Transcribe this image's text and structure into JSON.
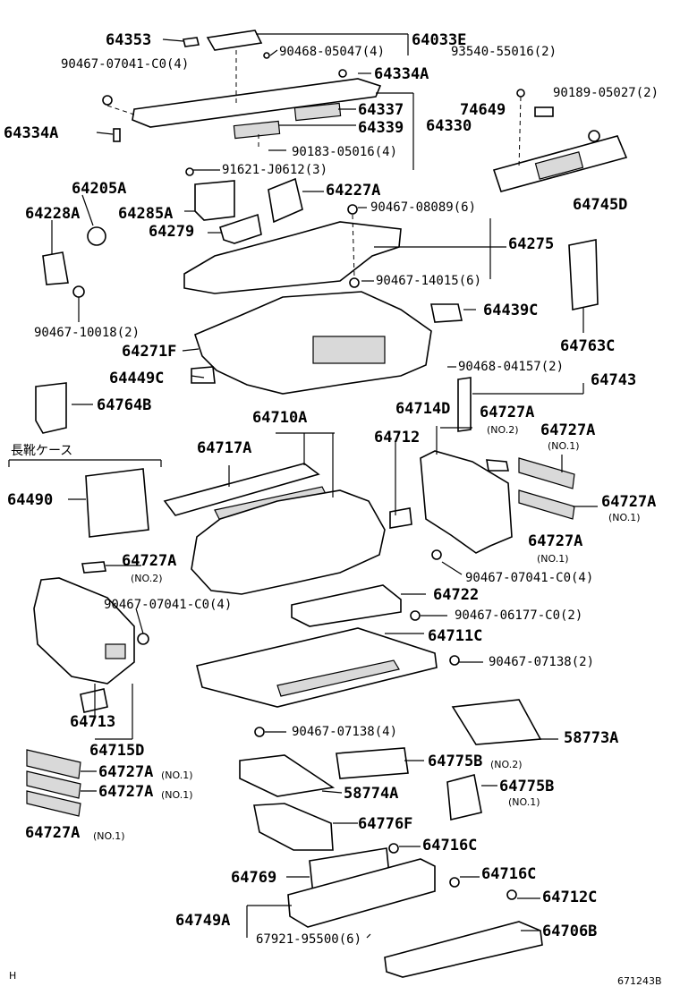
{
  "labels": {
    "p64353": "64353",
    "p64033E": "64033E",
    "p90468_05047": "90468-05047(4)",
    "p93540": "93540-55016(2)",
    "p90467_07041_top": "90467-07041-C0(4)",
    "p64334A_r": "64334A",
    "p64334A_l": "64334A",
    "p64337": "64337",
    "p64339": "64339",
    "p64330": "64330",
    "p74649": "74649",
    "p90189": "90189-05027(2)",
    "p90183": "90183-05016(4)",
    "p91621": "91621-J0612(3)",
    "p64205A": "64205A",
    "p64227A": "64227A",
    "p64228A": "64228A",
    "p64285A": "64285A",
    "p90467_08089": "90467-08089(6)",
    "p64745D": "64745D",
    "p64279": "64279",
    "p64275": "64275",
    "p90467_14015": "90467-14015(6)",
    "p90467_10018": "90467-10018(2)",
    "p64439C": "64439C",
    "p64271F": "64271F",
    "p64763C": "64763C",
    "p90468_04157": "90468-04157(2)",
    "p64449C": "64449C",
    "p64743": "64743",
    "p64764B": "64764B",
    "p64714D": "64714D",
    "p64710A": "64710A",
    "p64727A_no2_r": "64727A",
    "no2_r": "(NO.2)",
    "p64712": "64712",
    "p64727A_no1_r1": "64727A",
    "no1_r1": "(NO.1)",
    "kanji": "長靴ケース",
    "p64717A": "64717A",
    "p64490": "64490",
    "p64727A_no1_r2": "64727A",
    "no1_r2": "(NO.1)",
    "p64727A_no1_r3": "64727A",
    "no1_r3": "(NO.1)",
    "p64727A_no2_l": "64727A",
    "no2_l": "(NO.2)",
    "p90467_07041_right": "90467-07041-C0(4)",
    "p90467_07041_mid": "90467-07041-C0(4)",
    "p64722": "64722",
    "p90467_06177": "90467-06177-C0(2)",
    "p64711C": "64711C",
    "p90467_07138_r": "90467-07138(2)",
    "p64713": "64713",
    "p64715D": "64715D",
    "p58773A": "58773A",
    "p90467_07138_l": "90467-07138(4)",
    "p64727A_l1": "64727A",
    "no1_l1": "(NO.1)",
    "p64775B_no2": "64775B",
    "no2_b": "(NO.2)",
    "p64727A_l2": "64727A",
    "no1_l2": "(NO.1)",
    "p58774A": "58774A",
    "p64775B_no1": "64775B",
    "no1_b": "(NO.1)",
    "p64727A_l3": "64727A",
    "no1_l3": "(NO.1)",
    "p64776F": "64776F",
    "p64716C_1": "64716C",
    "p64769": "64769",
    "p64716C_2": "64716C",
    "p64712C": "64712C",
    "p64749A": "64749A",
    "p64706B": "64706B",
    "p67921": "67921-95500(6)",
    "corner_h": "H",
    "diagram_id": "671243B"
  }
}
